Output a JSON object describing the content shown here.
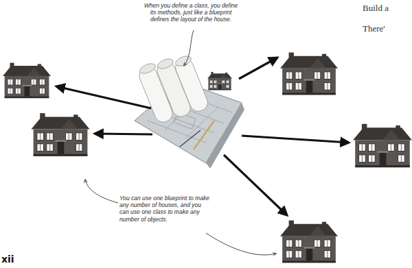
{
  "diagram": {
    "labels": [
      "When you define a class, you define its methods, just like a blueprint defines the layout of the house.",
      "You can use one blueprint to make any number of houses, and you can use one class to make any number of objects.",
      "xii",
      "Build a",
      "There'"
    ]
  }
}
